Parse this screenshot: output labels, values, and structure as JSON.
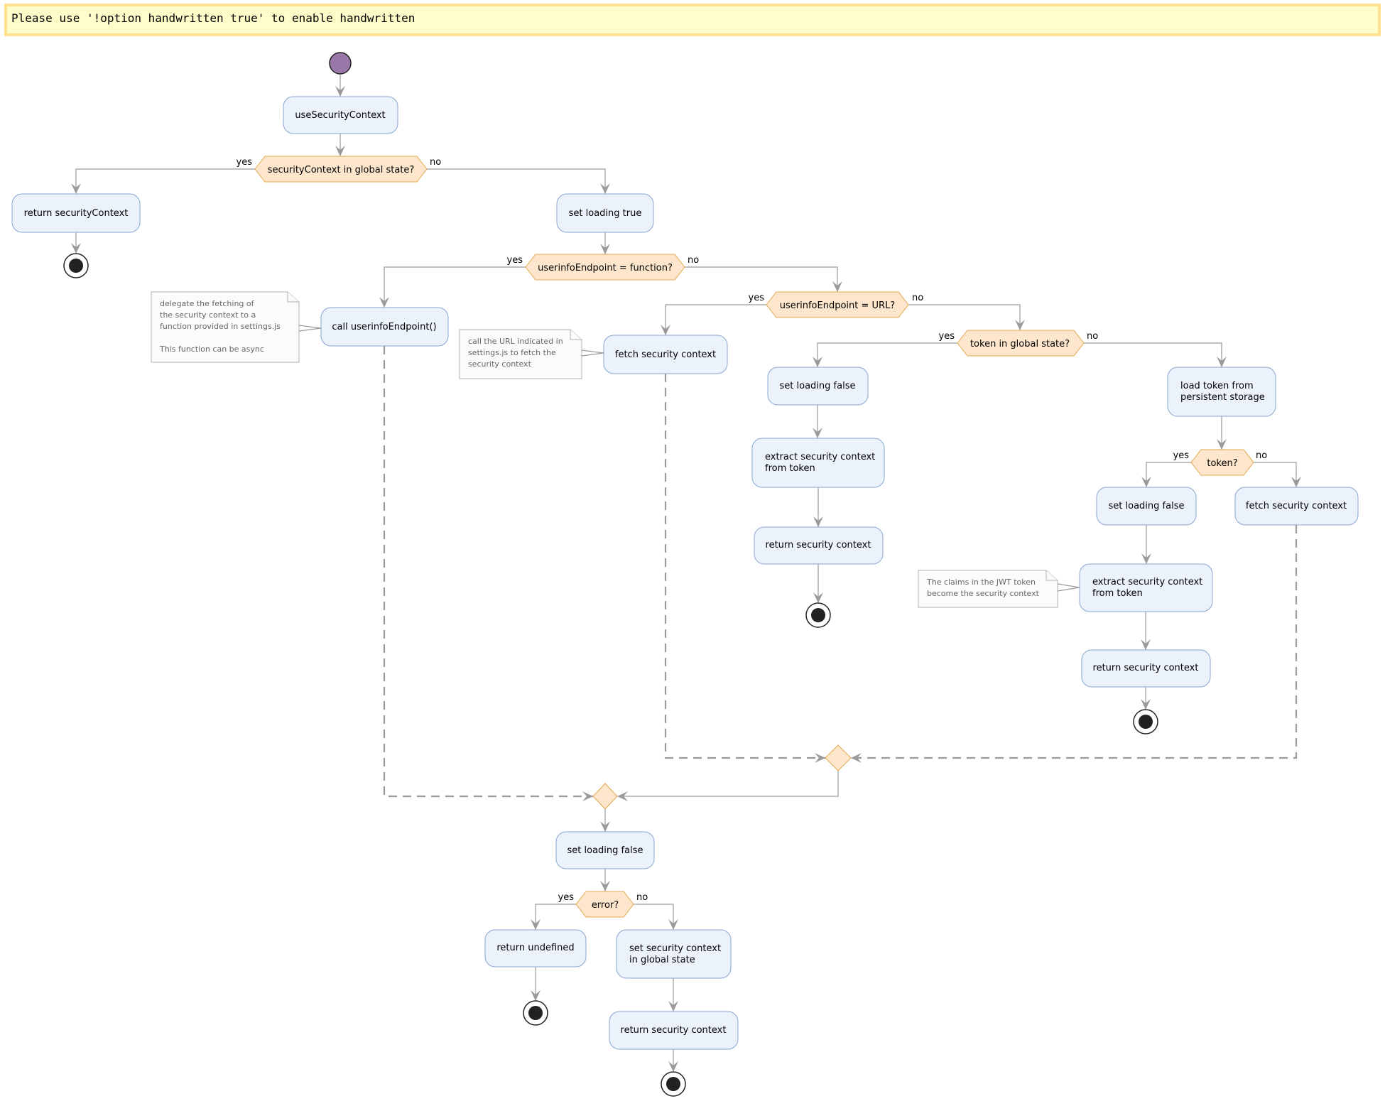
{
  "banner": {
    "text": "Please use '!option handwritten true' to enable handwritten"
  },
  "colors": {
    "start": "#9977a8",
    "activity_fill": "#ebf2fb",
    "activity_stroke": "#89a6cf",
    "decision_fill": "#fde6cb",
    "decision_stroke": "#e3a852",
    "banner_fill": "#fffdc9",
    "banner_stroke": "#ffe08e"
  },
  "activities": {
    "use_security_context": "useSecurityContext",
    "return_security_context_1": "return securityContext",
    "set_loading_true": "set loading true",
    "call_userinfo": "call userinfoEndpoint()",
    "fetch_security_context_1": "fetch security context",
    "set_loading_false_1": "set loading false",
    "extract_1": [
      "extract security context",
      "from token"
    ],
    "return_security_context_2": "return security context",
    "load_token": [
      "load token from",
      "persistent storage"
    ],
    "set_loading_false_2": "set loading false",
    "fetch_security_context_2": "fetch security context",
    "extract_2": [
      "extract security context",
      "from token"
    ],
    "return_security_context_3": "return security context",
    "set_loading_false_3": "set loading false",
    "return_undefined": "return undefined",
    "set_global": [
      "set security context",
      "in global state"
    ],
    "return_security_context_4": "return security context"
  },
  "decisions": {
    "d1": "securityContext in global state?",
    "d2": "userinfoEndpoint = function?",
    "d3": "userinfoEndpoint = URL?",
    "d4": "token in global state?",
    "d5": "token?",
    "d6": "error?"
  },
  "branch_labels": {
    "yes": "yes",
    "no": "no"
  },
  "notes": {
    "n1": [
      "delegate the fetching of",
      "the security context to a",
      "function provided in settings.js",
      "",
      "This function can be async"
    ],
    "n2": [
      "call the URL indicated in",
      "settings.js to fetch the",
      "security context"
    ],
    "n3": [
      "The claims in the JWT token",
      "become the security context"
    ]
  }
}
